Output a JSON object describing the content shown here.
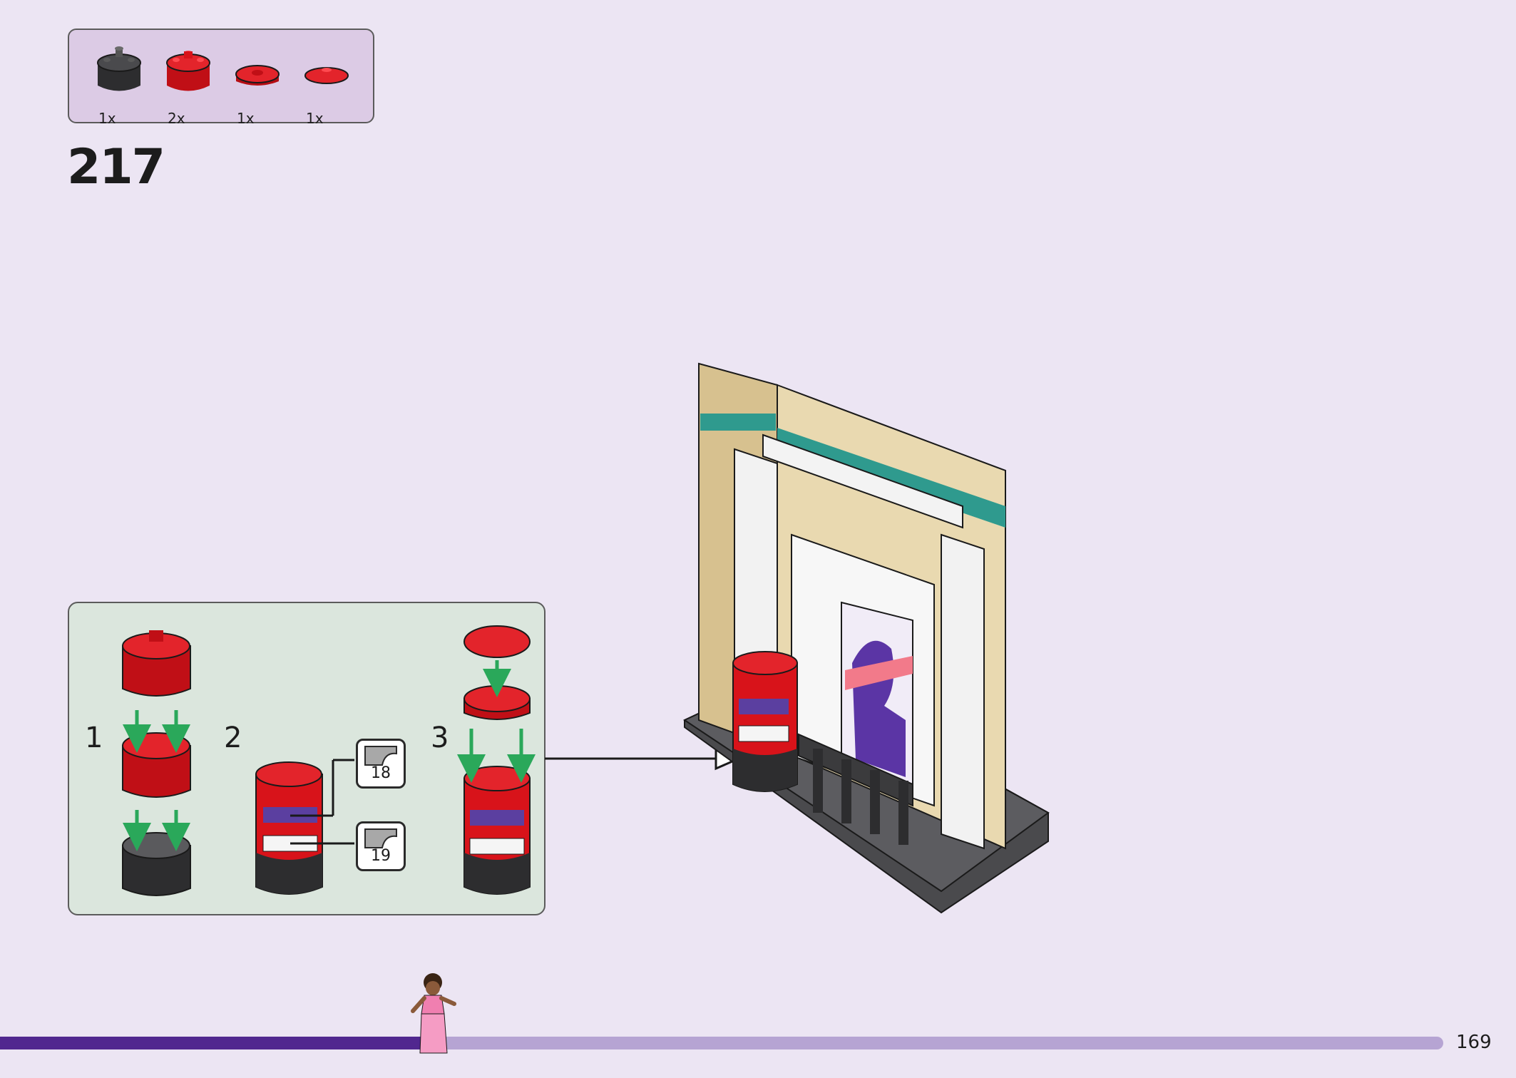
{
  "parts": [
    {
      "name": "round-brick-2x2-dark-gray",
      "quantity": "1x",
      "color": "#3b3b3d"
    },
    {
      "name": "round-brick-2x2-red",
      "quantity": "2x",
      "color": "#d8131a"
    },
    {
      "name": "round-plate-2x2-red",
      "quantity": "1x",
      "color": "#d8131a"
    },
    {
      "name": "round-dish-2x2-red",
      "quantity": "1x",
      "color": "#d8131a"
    }
  ],
  "step_number": "217",
  "sub_steps": [
    "1",
    "2",
    "3"
  ],
  "stickers": [
    "18",
    "19"
  ],
  "progress": 0.3,
  "page_number": "169",
  "colors": {
    "background": "#ece5f3",
    "parts_box": "#dccbe5",
    "sub_box": "#dbe6dd",
    "red": "#d8131a",
    "arrow_green": "#2aa85a",
    "progress_fill": "#51278f",
    "progress_track": "#b6a4d3"
  }
}
